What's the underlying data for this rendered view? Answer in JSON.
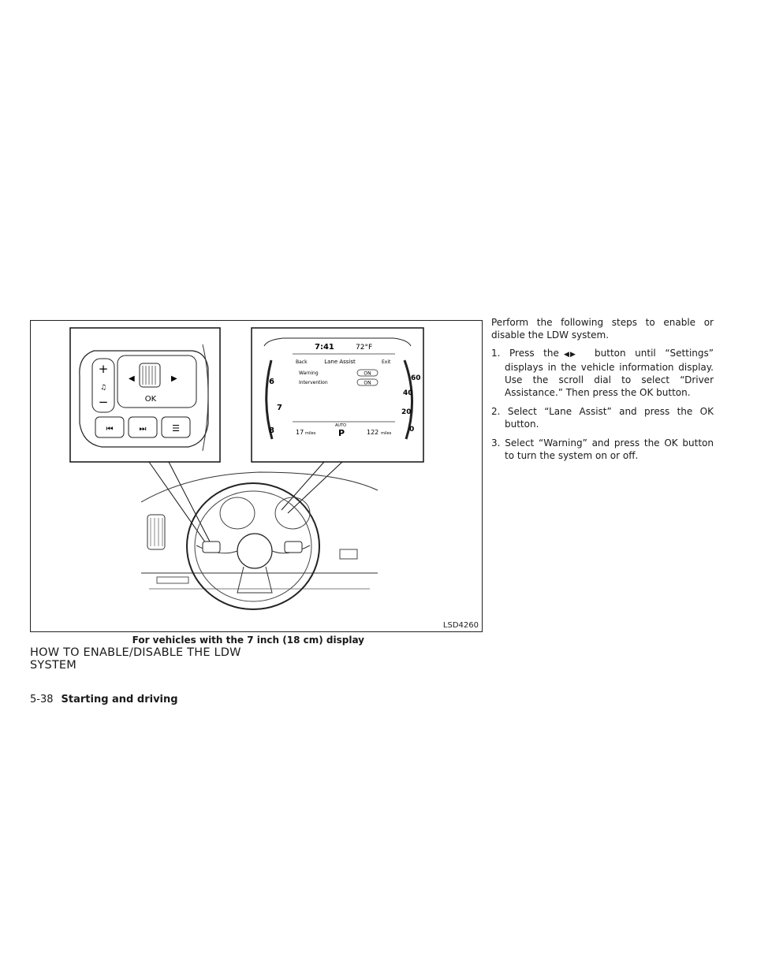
{
  "figure": {
    "id": "LSD4260",
    "caption": "For vehicles with the 7 inch (18 cm) display",
    "controls": {
      "ok_label": "OK",
      "plus": "+",
      "minus": "−"
    },
    "display": {
      "time": "7:41",
      "temp": "72°F",
      "back": "Back",
      "exit": "Exit",
      "menu_title": "Lane Assist",
      "rows": [
        {
          "label": "Warning",
          "state": "ON"
        },
        {
          "label": "Intervention",
          "state": "ON"
        }
      ],
      "range_left": "17",
      "range_left_unit": "miles",
      "mode": "AUTO",
      "gear": "P",
      "range_right": "122",
      "range_right_unit": "miles",
      "tach_marks": [
        "6",
        "7",
        "8"
      ],
      "speed_marks": [
        "60",
        "40",
        "20",
        "0"
      ]
    }
  },
  "section_title": "HOW TO ENABLE/DISABLE THE LDW SYSTEM",
  "intro": "Perform the following steps to enable or disable the LDW system.",
  "steps": [
    {
      "num": "1.",
      "before_icon": "Press the",
      "icon": "left-right-arrow-icon",
      "after_icon": "button until “Settings” displays in the vehicle information display. Use the scroll dial to select “Driver Assistance.” Then press the OK button."
    },
    {
      "num": "2.",
      "text": "Select “Lane Assist” and press the OK button."
    },
    {
      "num": "3.",
      "text": "Select “Warning” and press the OK button to turn the system on or off."
    }
  ],
  "footer": {
    "page_number": "5-38",
    "chapter": "Starting and driving"
  }
}
